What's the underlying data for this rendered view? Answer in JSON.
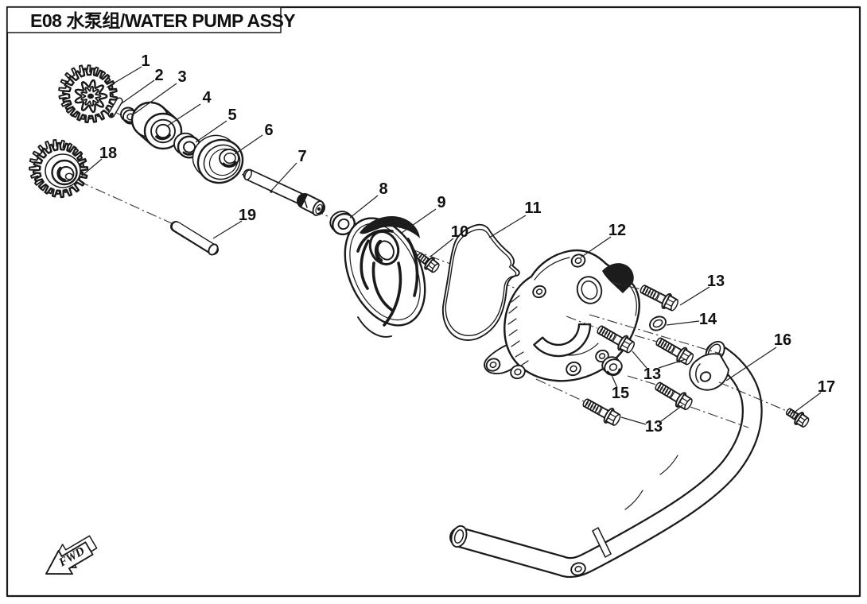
{
  "title": "E08 水泵组/WATER PUMP ASSY",
  "fwd_label": "FWD",
  "callouts": [
    {
      "label": "1"
    },
    {
      "label": "2"
    },
    {
      "label": "3"
    },
    {
      "label": "4"
    },
    {
      "label": "5"
    },
    {
      "label": "6"
    },
    {
      "label": "7"
    },
    {
      "label": "8"
    },
    {
      "label": "9"
    },
    {
      "label": "10"
    },
    {
      "label": "11"
    },
    {
      "label": "12"
    },
    {
      "label": "13"
    },
    {
      "label": "14"
    },
    {
      "label": "16"
    },
    {
      "label": "13"
    },
    {
      "label": "15"
    },
    {
      "label": "13"
    },
    {
      "label": "17"
    },
    {
      "label": "18"
    },
    {
      "label": "19"
    }
  ]
}
